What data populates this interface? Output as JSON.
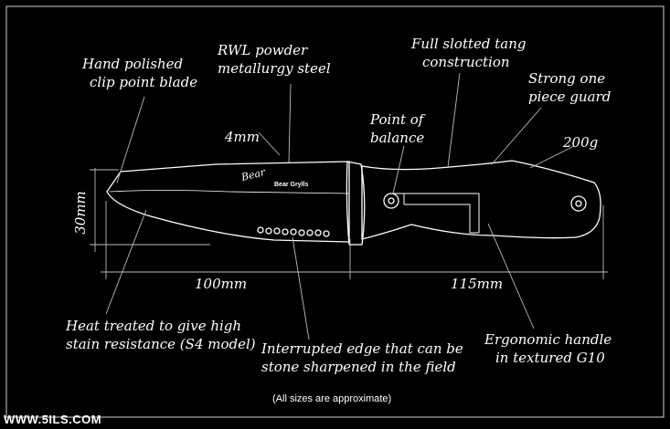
{
  "annotations": {
    "blade": {
      "line1": "Hand polished",
      "line2": "clip point blade"
    },
    "steel": {
      "line1": "RWL powder",
      "line2": "metallurgy steel"
    },
    "tang": {
      "line1": "Full slotted tang",
      "line2": "construction"
    },
    "guard": {
      "line1": "Strong one",
      "line2": "piece guard"
    },
    "balance": {
      "line1": "Point of",
      "line2": "balance"
    },
    "thickness": "4mm",
    "weight": "200g",
    "height": "30mm",
    "blade_length": "100mm",
    "handle_length": "115mm",
    "heat": {
      "line1": "Heat treated to give high",
      "line2": "stain resistance (S4 model)"
    },
    "edge": {
      "line1": "Interrupted edge that can be",
      "line2": "stone sharpened in the field"
    },
    "handle": {
      "line1": "Ergonomic handle",
      "line2": "in textured G10"
    }
  },
  "blade_marking": {
    "signature": "Bear",
    "brand": "Bear Grylls"
  },
  "caption": "(All sizes are approximate)",
  "watermark": "WWW.5ILS.COM",
  "colors": {
    "background": "#000000",
    "lines": "#ffffff"
  }
}
